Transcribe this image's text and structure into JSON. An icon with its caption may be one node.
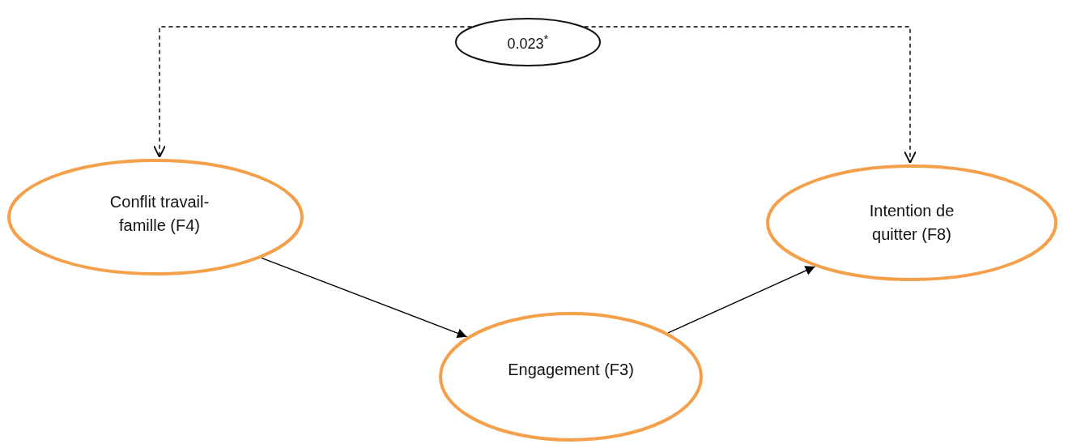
{
  "diagram": {
    "nodes": [
      {
        "text": [
          "Conflit travail-famille (F4)"
        ]
      },
      {
        "text": [
          "Engagement (F3)"
        ]
      },
      {
        "text": [
          "Intention de quitter (F8)"
        ]
      },
      {
        "text": [
          "0.023$^{*}$"
        ]
      }
    ],
    "edges": [
      {
        "from": 0,
        "to": 1,
        "arrow": "to"
      },
      {
        "from": 1,
        "to": 2,
        "arrow": "to"
      },
      {
        "from": 3,
        "to": 0,
        "arrow": "to",
        "style": "dashed"
      },
      {
        "from": 3,
        "to": 2,
        "arrow": "to",
        "style": "dashed"
      }
    ]
  }
}
